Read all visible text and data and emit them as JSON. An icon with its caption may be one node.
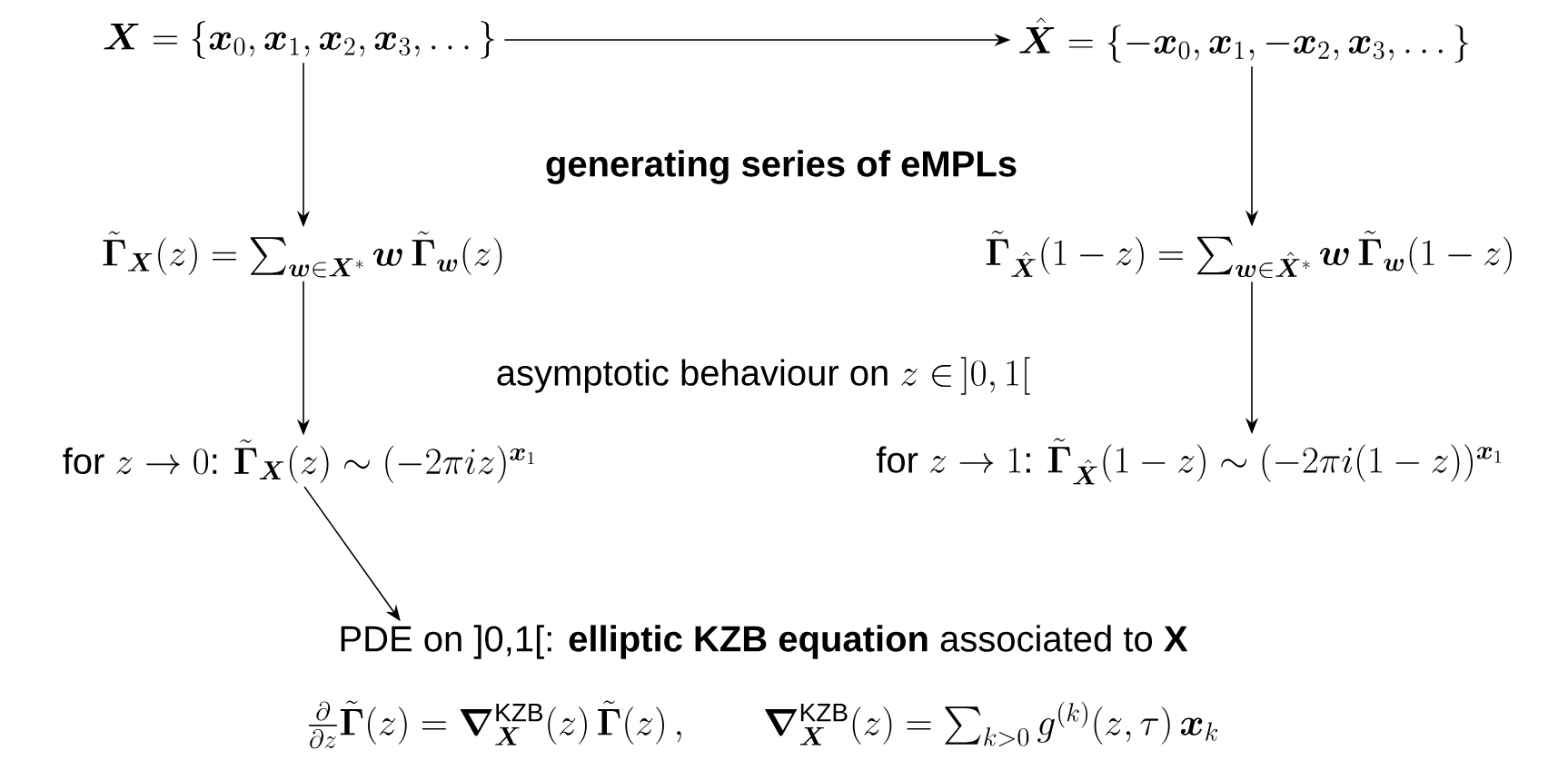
{
  "diagram": {
    "nodes": [
      {
        "text": [
          "\\bm{X} = \\{\\bm{x}_0, \\bm{x}_1, \\bm{x}_2, \\bm{x}_3, \\dots\\}"
        ]
      },
      {
        "text": [
          "\\hat{\\bm{X}} = \\{-\\bm{x}_0, \\bm{x}_1, -\\bm{x}_2, \\bm{x}_3, \\dots\\}"
        ]
      },
      {
        "text": [
          "\\tilde{\\bm{\\Gamma}}_{\\bm{X}}(z) = \\sum_{\\bm{w}\\in\\bm{X}^*} \\bm{w}\\,\\tilde{\\bm{\\Gamma}}_{\\bm{w}}(z)"
        ]
      },
      {
        "text": [
          "\\tilde{\\bm{\\Gamma}}_{\\hat{\\bm{X}}}(1-z) = \\sum_{\\bm{w}\\in\\hat{\\bm{X}}^*} \\bm{w}\\,\\tilde{\\bm{\\Gamma}}_{\\bm{w}}(1-z)"
        ]
      },
      {
        "text": [
          "\\text{for } z\\to 0\\text{: } \\tilde{\\bm{\\Gamma}}_{\\bm{X}}(z) \\sim (-2\\pi i z)^{\\bm{x}_1}"
        ]
      },
      {
        "text": [
          "\\text{for } z\\to 1\\text{: } \\tilde{\\bm{\\Gamma}}_{\\hat{\\bm{X}}}(1-z) \\sim (-2\\pi i (1-z))^{\\bm{x}_1}"
        ]
      },
      {
        "text": [
          "PDE on ]0,1[: **elliptic KZB equation** associated to **X**",
          "\\tfrac{\\partial}{\\partial z}\\tilde{\\bm{\\Gamma}}(z) = \\bm{\\nabla}^{\\text{KZB}}_{\\bm{X}}(z)\\,\\tilde{\\bm{\\Gamma}}(z)\\,, \\qquad \\bm{\\nabla}^{\\text{KZB}}_{\\bm{X}}(z) = \\sum_{k>0} g^{(k)}(z,\\tau)\\,\\bm{x}_k"
        ]
      }
    ],
    "edges": [
      {
        "from": 0,
        "to": 1,
        "arrow": "to"
      },
      {
        "from": 0,
        "to": 2,
        "arrow": "to"
      },
      {
        "from": 1,
        "to": 3,
        "arrow": "to"
      },
      {
        "from": 2,
        "to": 4,
        "arrow": "to"
      },
      {
        "from": 3,
        "to": 5,
        "arrow": "to"
      },
      {
        "from": 4,
        "to": 6,
        "arrow": "to"
      }
    ],
    "labels": [
      "generating series of eMPLs",
      "\\text{asymptotic behaviour on } z \\in\\, ]0,1["
    ]
  }
}
